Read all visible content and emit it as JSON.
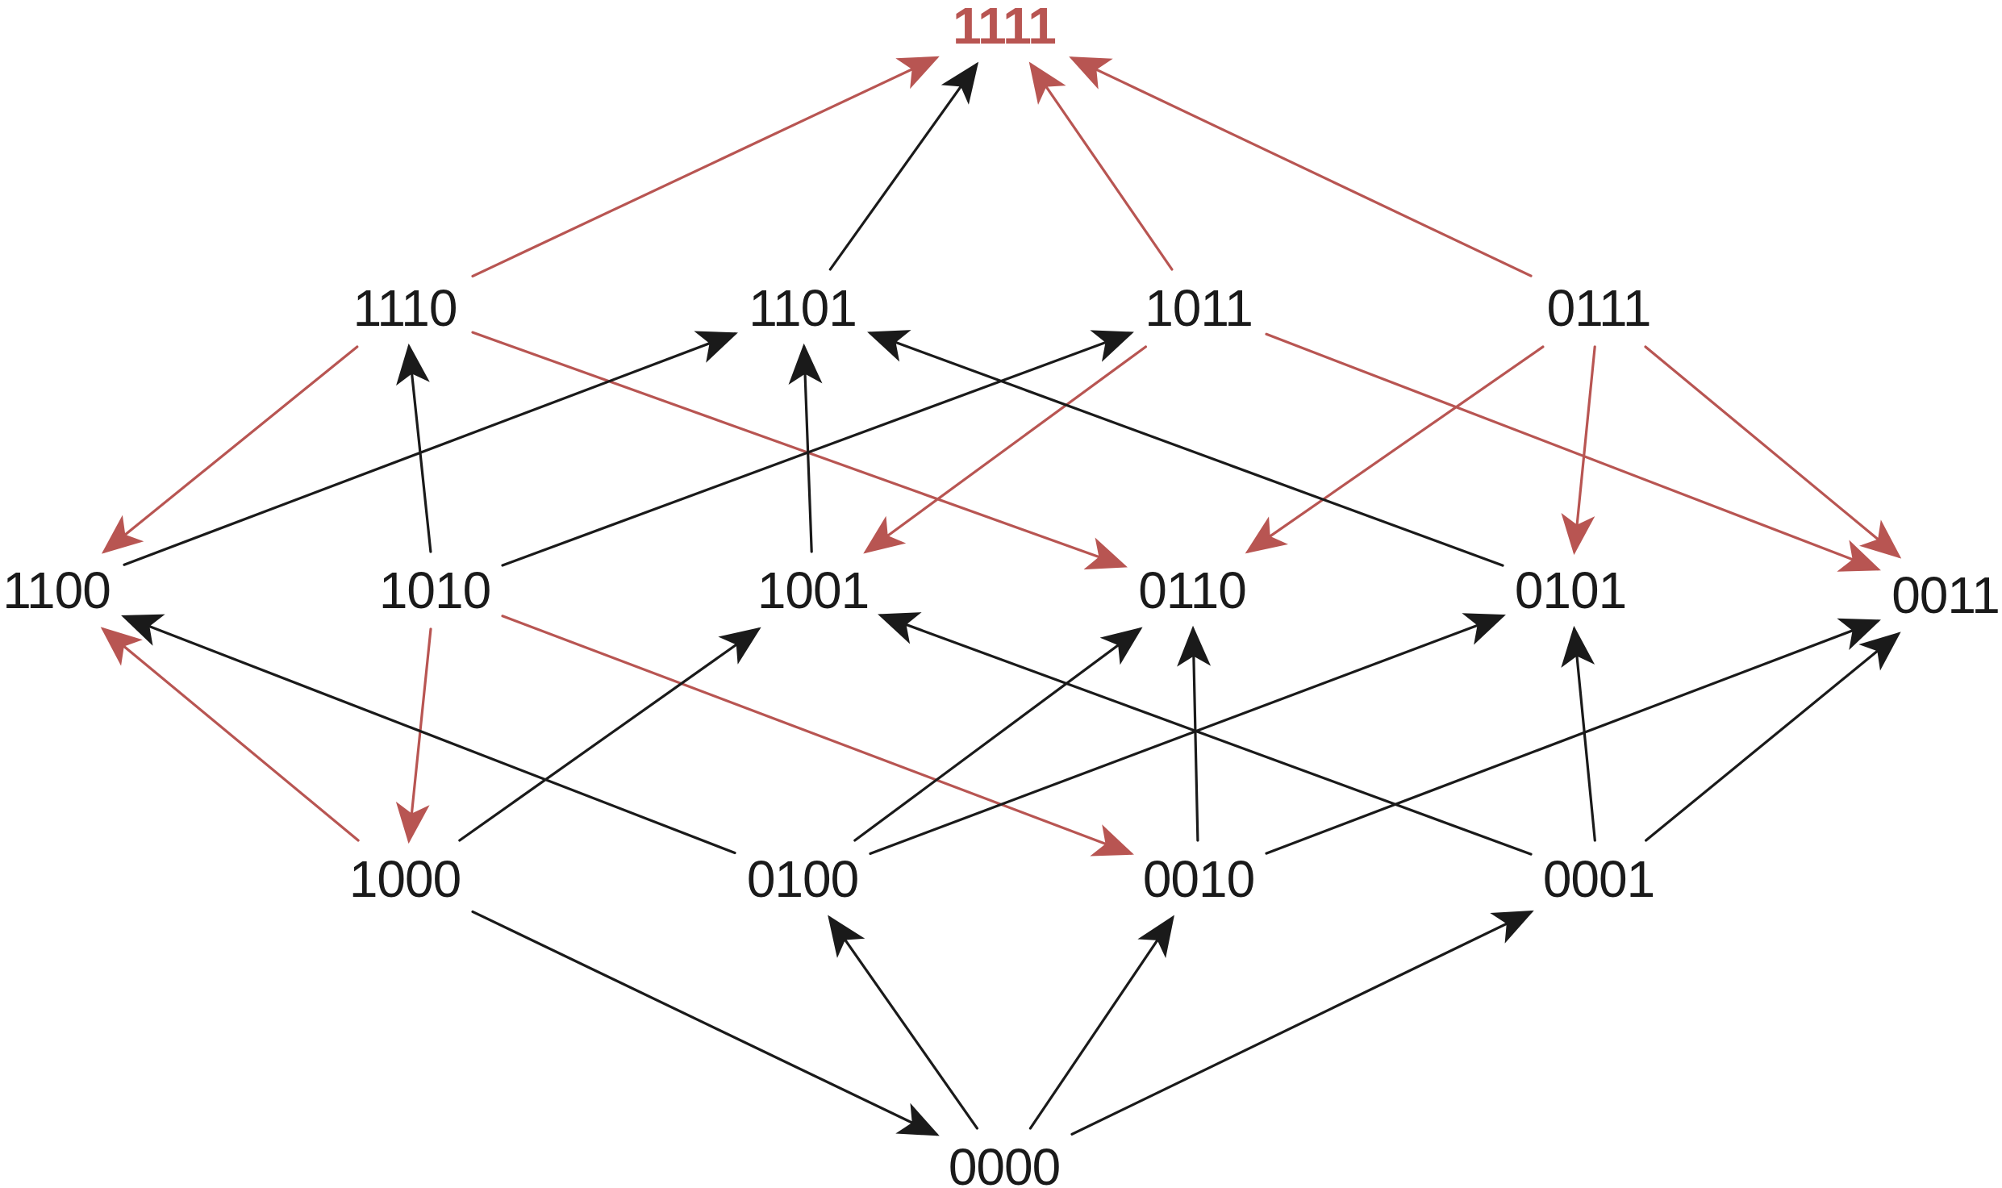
{
  "colors": {
    "black_edge": "#1a1a1a",
    "red_edge": "#b85552",
    "label": "#1a1a1a",
    "top_label": "#b85552",
    "background": "#ffffff"
  },
  "nodes": [
    {
      "id": "1111",
      "label": "1111"
    },
    {
      "id": "1110",
      "label": "1110"
    },
    {
      "id": "1101",
      "label": "1101"
    },
    {
      "id": "1011",
      "label": "1011"
    },
    {
      "id": "0111",
      "label": "0111"
    },
    {
      "id": "1100",
      "label": "1100"
    },
    {
      "id": "1010",
      "label": "1010"
    },
    {
      "id": "1001",
      "label": "1001"
    },
    {
      "id": "0110",
      "label": "0110"
    },
    {
      "id": "0101",
      "label": "0101"
    },
    {
      "id": "0011",
      "label": "0011"
    },
    {
      "id": "1000",
      "label": "1000"
    },
    {
      "id": "0100",
      "label": "0100"
    },
    {
      "id": "0010",
      "label": "0010"
    },
    {
      "id": "0001",
      "label": "0001"
    },
    {
      "id": "0000",
      "label": "0000"
    }
  ],
  "edges": [
    {
      "from": "1110",
      "to": "1111",
      "color": "red"
    },
    {
      "from": "1101",
      "to": "1111",
      "color": "black"
    },
    {
      "from": "1011",
      "to": "1111",
      "color": "red"
    },
    {
      "from": "0111",
      "to": "1111",
      "color": "red"
    },
    {
      "from": "1110",
      "to": "1100",
      "color": "red"
    },
    {
      "from": "1110",
      "to": "0110",
      "color": "red"
    },
    {
      "from": "1011",
      "to": "1001",
      "color": "red"
    },
    {
      "from": "1011",
      "to": "0011",
      "color": "red"
    },
    {
      "from": "0111",
      "to": "0110",
      "color": "red"
    },
    {
      "from": "0111",
      "to": "0101",
      "color": "red"
    },
    {
      "from": "0111",
      "to": "0011",
      "color": "red"
    },
    {
      "from": "1100",
      "to": "1101",
      "color": "black"
    },
    {
      "from": "1010",
      "to": "1110",
      "color": "black"
    },
    {
      "from": "1010",
      "to": "1011",
      "color": "black"
    },
    {
      "from": "1001",
      "to": "1101",
      "color": "black"
    },
    {
      "from": "0101",
      "to": "1101",
      "color": "black"
    },
    {
      "from": "1000",
      "to": "1100",
      "color": "red"
    },
    {
      "from": "1010",
      "to": "1000",
      "color": "red"
    },
    {
      "from": "1010",
      "to": "0010",
      "color": "red"
    },
    {
      "from": "1000",
      "to": "1001",
      "color": "black"
    },
    {
      "from": "0100",
      "to": "1100",
      "color": "black"
    },
    {
      "from": "0100",
      "to": "0110",
      "color": "black"
    },
    {
      "from": "0100",
      "to": "0101",
      "color": "black"
    },
    {
      "from": "0010",
      "to": "0110",
      "color": "black"
    },
    {
      "from": "0010",
      "to": "0011",
      "color": "black"
    },
    {
      "from": "0001",
      "to": "1001",
      "color": "black"
    },
    {
      "from": "0001",
      "to": "0101",
      "color": "black"
    },
    {
      "from": "0001",
      "to": "0011",
      "color": "black"
    },
    {
      "from": "1000",
      "to": "0000",
      "color": "black"
    },
    {
      "from": "0000",
      "to": "0100",
      "color": "black"
    },
    {
      "from": "0000",
      "to": "0010",
      "color": "black"
    },
    {
      "from": "0000",
      "to": "0001",
      "color": "black"
    }
  ]
}
